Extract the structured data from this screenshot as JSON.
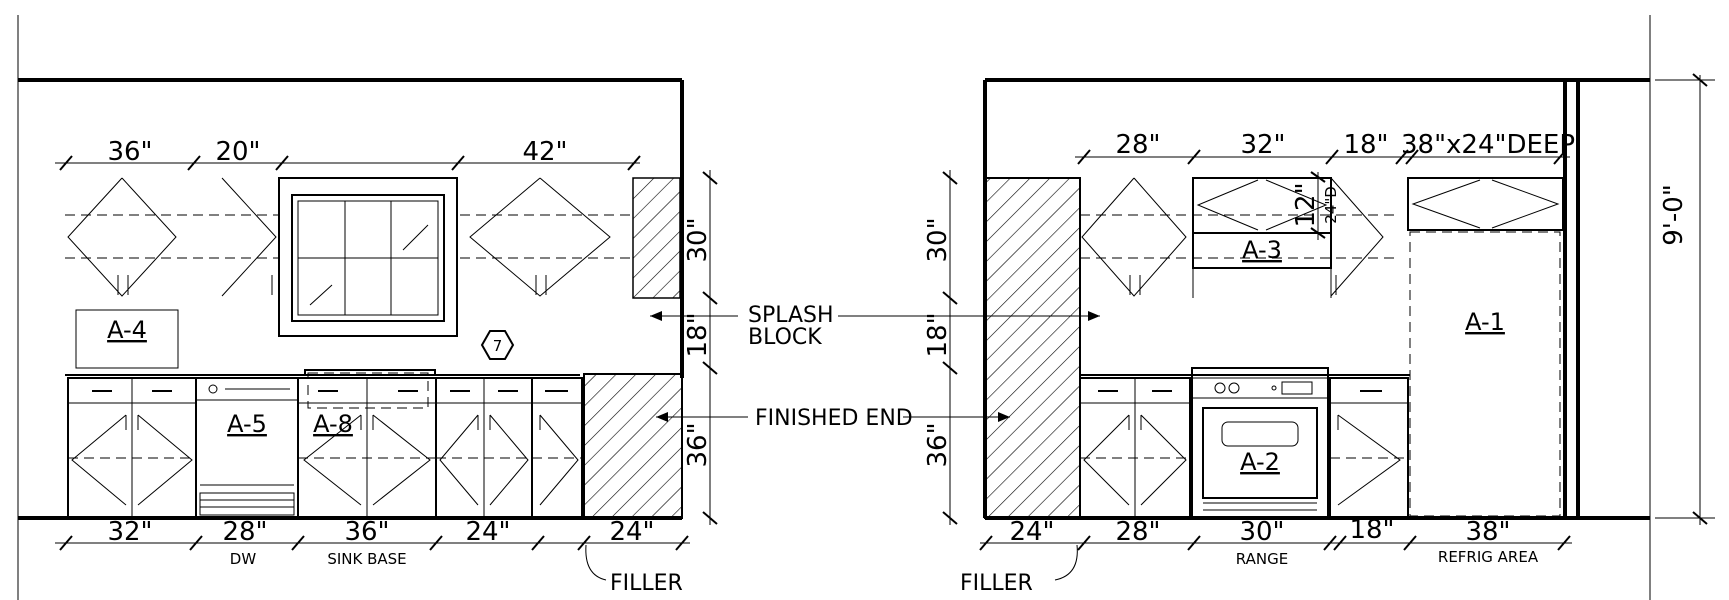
{
  "drawing_type": "kitchen elevations",
  "left_elevation": {
    "upper_widths": [
      "36\"",
      "20\"",
      "42\""
    ],
    "base_widths": [
      "32\"",
      "28\"",
      "36\"",
      "24\"",
      "24\""
    ],
    "base_notes": [
      "DW",
      "SINK BASE"
    ],
    "heights": [
      "30\"",
      "18\"",
      "36\""
    ],
    "tags": [
      "A-4",
      "A-5",
      "A-8"
    ],
    "hex_tag": "7",
    "filler": "FILLER"
  },
  "right_elevation": {
    "upper_widths": [
      "28\"",
      "32\"",
      "18\"",
      "38\"x24\"DEEP"
    ],
    "base_widths": [
      "24\"",
      "28\"",
      "30\"",
      "18\"",
      "38\""
    ],
    "base_notes": [
      "RANGE",
      "REFRIG AREA"
    ],
    "heights": [
      "30\"",
      "18\"",
      "36\""
    ],
    "hood_dims": [
      "12\"",
      "24\"D"
    ],
    "tags": [
      "A-3",
      "A-1",
      "A-2"
    ],
    "filler": "FILLER",
    "overall_height": "9'-0\""
  },
  "callouts": {
    "splash_line1": "SPLASH",
    "splash_line2": "BLOCK",
    "finished_end": "FINISHED END"
  }
}
